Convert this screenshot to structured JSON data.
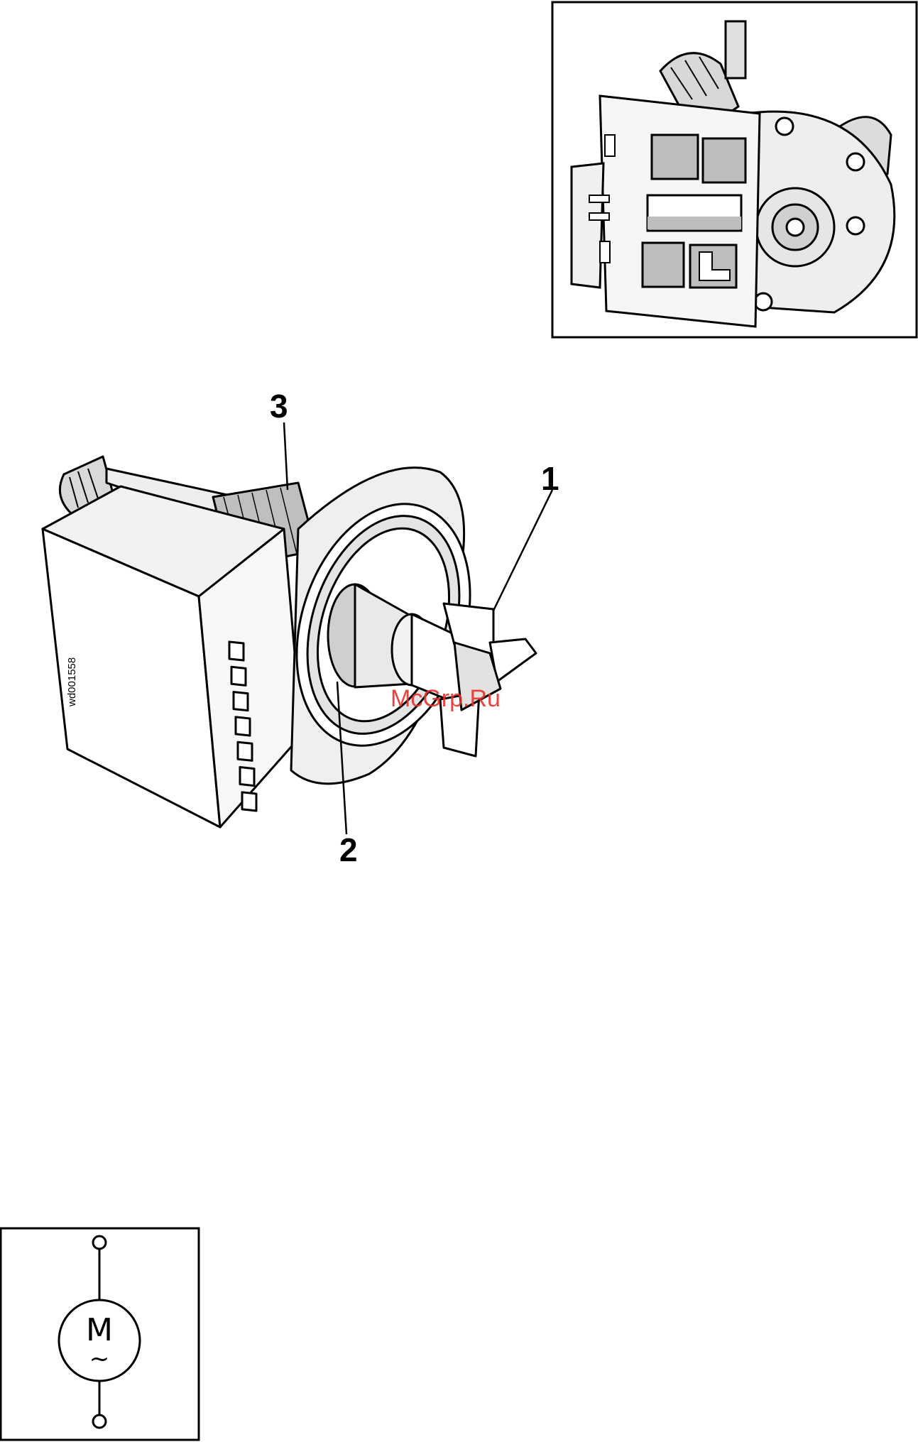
{
  "figure": {
    "part_code": "wd001558",
    "callouts": [
      "1",
      "2",
      "3"
    ]
  },
  "watermark": "McGrp.Ru",
  "symbol": {
    "letter": "M",
    "current": "~"
  },
  "icons": {
    "top_photo": "drain-pump-back-icon",
    "main_drawing": "drain-pump-icon",
    "schematic": "motor-symbol-icon"
  },
  "colors": {
    "line": "#000000",
    "watermark": "#e8302a"
  }
}
